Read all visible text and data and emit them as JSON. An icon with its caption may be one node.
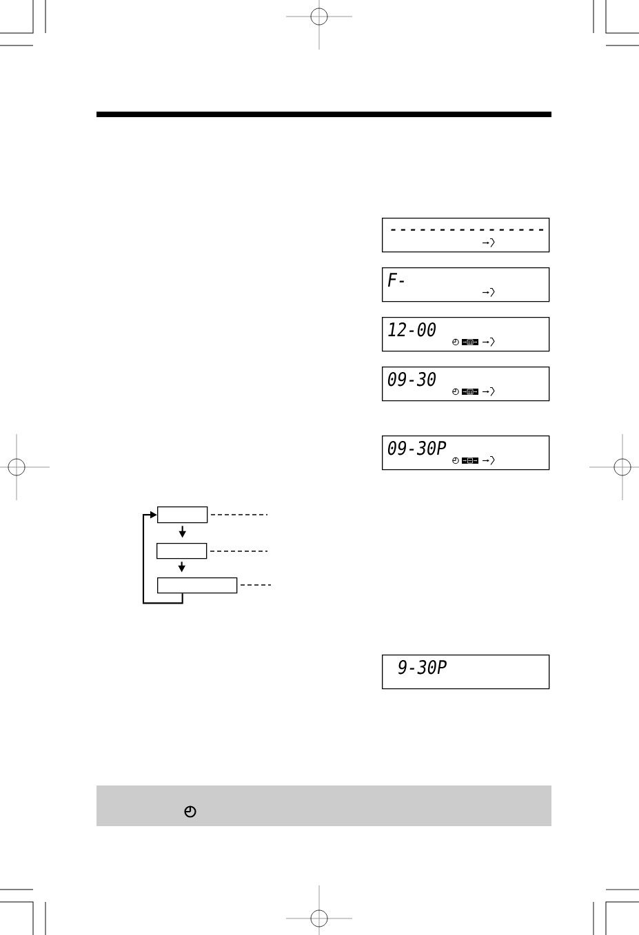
{
  "diagram": {
    "nodes": [
      {
        "text": [
          "----------------"
        ]
      },
      {
        "text": [
          "F-"
        ]
      },
      {
        "text": [
          "12-00"
        ]
      },
      {
        "text": [
          "09-30"
        ]
      },
      {
        "text": [
          "09-30P"
        ]
      },
      {
        "text": [],
        "shape": "box"
      },
      {
        "text": [],
        "shape": "box"
      },
      {
        "text": [],
        "shape": "box"
      },
      {
        "text": [
          "9-30P"
        ]
      }
    ],
    "edges": [
      {
        "from": 5,
        "to": 6,
        "arrow": "to"
      },
      {
        "from": 6,
        "to": 7,
        "arrow": "to"
      },
      {
        "from": 7,
        "to": 5,
        "arrow": "to"
      },
      {
        "from": 5,
        "to": null,
        "arrow": "none",
        "style": "dashed"
      },
      {
        "from": 6,
        "to": null,
        "arrow": "none",
        "style": "dashed"
      },
      {
        "from": 7,
        "to": null,
        "arrow": "none",
        "style": "dashed"
      }
    ]
  }
}
